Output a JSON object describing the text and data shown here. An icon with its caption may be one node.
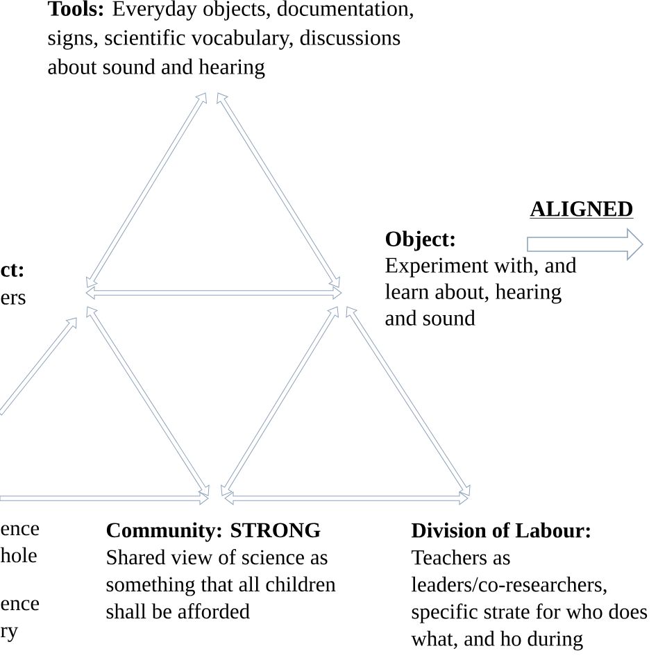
{
  "diagram": {
    "nodes": [
      {
        "text": [
          "**Tools:** Everyday objects, documentation, signs, scientific vocabulary, discussions about sound and hearing"
        ]
      },
      {
        "text": [
          "ct:",
          "ers"
        ]
      },
      {
        "text": [
          "Object:",
          "Experiment with, and learn about, hearing and sound"
        ]
      },
      {
        "text": [
          "ence hole",
          "ence ry"
        ]
      },
      {
        "text": [
          "Community: STRONG",
          "Shared view of science as something that all children shall be afforded"
        ]
      },
      {
        "text": [
          "Division of Labour:",
          "Teachers as leaders/co-researchers, specific strate for who does what, and ho during activities"
        ]
      }
    ],
    "edges": [
      {
        "from": 0,
        "to": 1,
        "arrow": "both"
      },
      {
        "from": 0,
        "to": 2,
        "arrow": "both"
      },
      {
        "from": 1,
        "to": 2,
        "arrow": "both"
      },
      {
        "from": null,
        "to": 1,
        "arrow": "to"
      },
      {
        "from": 1,
        "to": 4,
        "arrow": "both"
      },
      {
        "from": 2,
        "to": 4,
        "arrow": "both"
      },
      {
        "from": 2,
        "to": 5,
        "arrow": "both"
      },
      {
        "from": 3,
        "to": 4,
        "arrow": "to"
      },
      {
        "from": 4,
        "to": 5,
        "arrow": "both"
      },
      {
        "from": 2,
        "to": null,
        "arrow": "to",
        "label": "ALIGNED",
        "style": "thick"
      }
    ]
  }
}
